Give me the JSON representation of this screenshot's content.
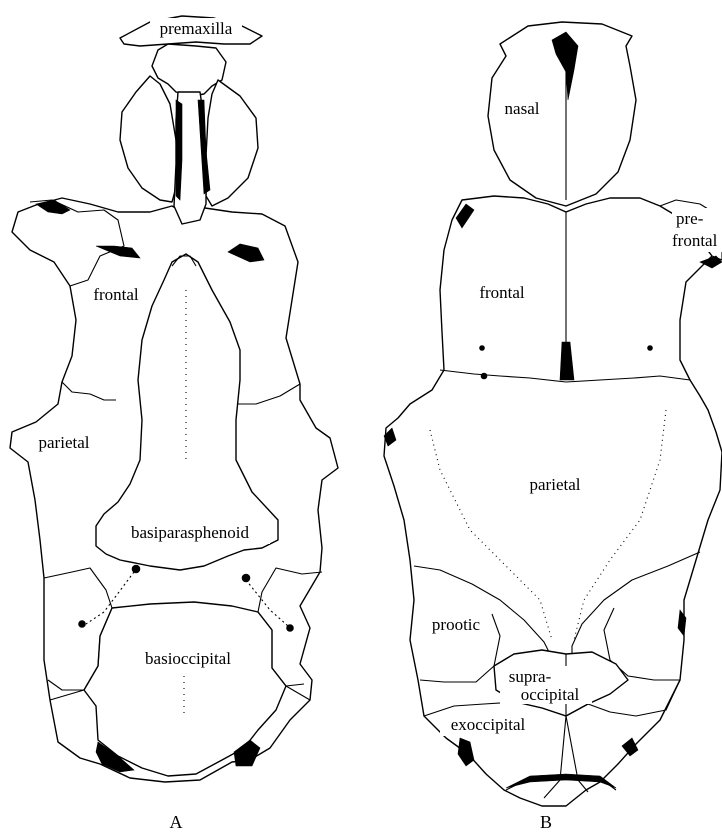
{
  "views": {
    "A": {
      "panel_label": "A",
      "labels": {
        "premaxilla": "premaxilla",
        "frontal": "frontal",
        "parietal": "parietal",
        "basiparasphenoid": "basiparasphenoid",
        "basioccipital": "basioccipital"
      }
    },
    "B": {
      "panel_label": "B",
      "labels": {
        "nasal": "nasal",
        "prefrontal_1": "pre-",
        "prefrontal_2": "frontal",
        "frontal": "frontal",
        "parietal": "parietal",
        "prootic": "prootic",
        "supraoccipital_1": "supra-",
        "supraoccipital_2": "occipital",
        "exoccipital": "exoccipital"
      }
    }
  }
}
